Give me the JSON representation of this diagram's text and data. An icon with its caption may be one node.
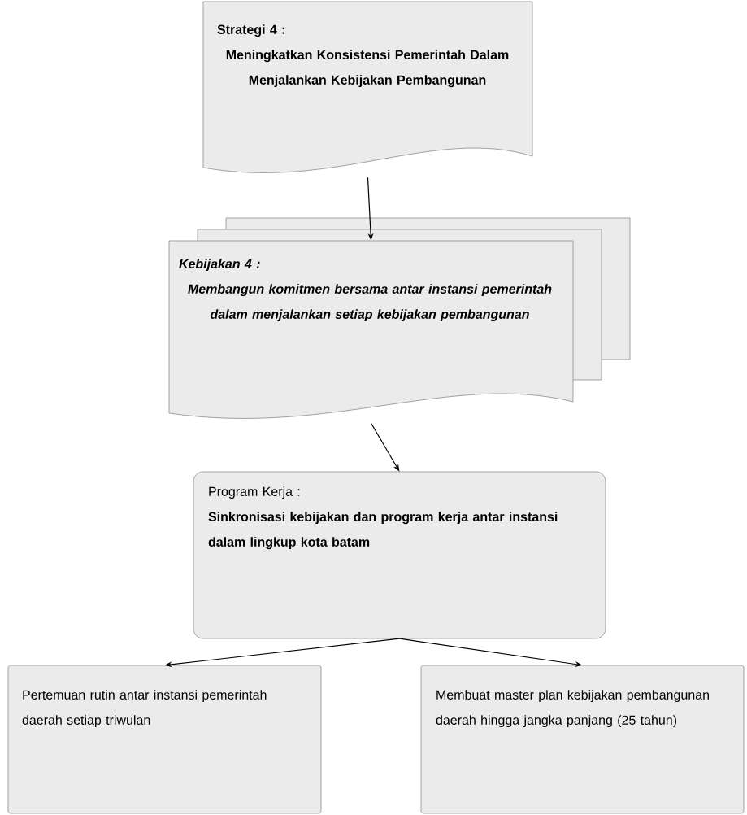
{
  "diagram": {
    "nodes": [
      {
        "text": [
          "Strategi 4 :",
          "Meningkatkan Konsistensi Pemerintah Dalam Menjalankan Kebijakan Pembangunan"
        ]
      },
      {
        "text": [
          "Kebijakan 4 :",
          "Membangun komitmen bersama antar instansi pemerintah dalam menjalankan setiap kebijakan pembangunan"
        ]
      },
      {
        "text": [
          "Program Kerja :",
          "Sinkronisasi kebijakan dan program kerja antar instansi dalam lingkup kota batam"
        ]
      },
      {
        "text": [
          "Pertemuan rutin antar instansi pemerintah daerah setiap triwulan"
        ]
      },
      {
        "text": [
          "Membuat master plan kebijakan pembangunan daerah hingga jangka panjang (25 tahun)"
        ]
      }
    ],
    "edges": [
      {
        "from": 0,
        "to": 1,
        "arrow": "to"
      },
      {
        "from": 1,
        "to": 2,
        "arrow": "to"
      },
      {
        "from": 2,
        "to": 3,
        "arrow": "to"
      },
      {
        "from": 2,
        "to": 4,
        "arrow": "to"
      }
    ]
  }
}
